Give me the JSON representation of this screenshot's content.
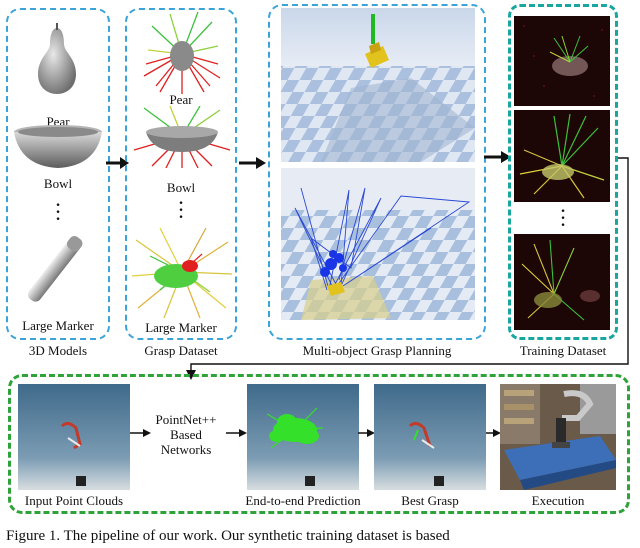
{
  "models_panel": {
    "items": [
      "Pear",
      "Bowl",
      "Large Marker"
    ],
    "caption": "3D Models"
  },
  "grasp_panel": {
    "items": [
      "Pear",
      "Bowl",
      "Large Marker"
    ],
    "caption": "Grasp Dataset"
  },
  "planning_panel": {
    "caption": "Multi-object Grasp Planning"
  },
  "training_panel": {
    "caption": "Training Dataset"
  },
  "pipeline": {
    "steps": [
      "Input Point Clouds",
      "End-to-end Prediction",
      "Best Grasp",
      "Execution"
    ],
    "network_label": [
      "PointNet++",
      "Based",
      "Networks"
    ]
  },
  "figure_caption": "Figure 1.   The pipeline of our work. Our synthetic training dataset is based",
  "colors": {
    "blue_dash": "#3aa3d8",
    "teal_dash": "#1aa6a0",
    "green_dash": "#2fa33a"
  }
}
